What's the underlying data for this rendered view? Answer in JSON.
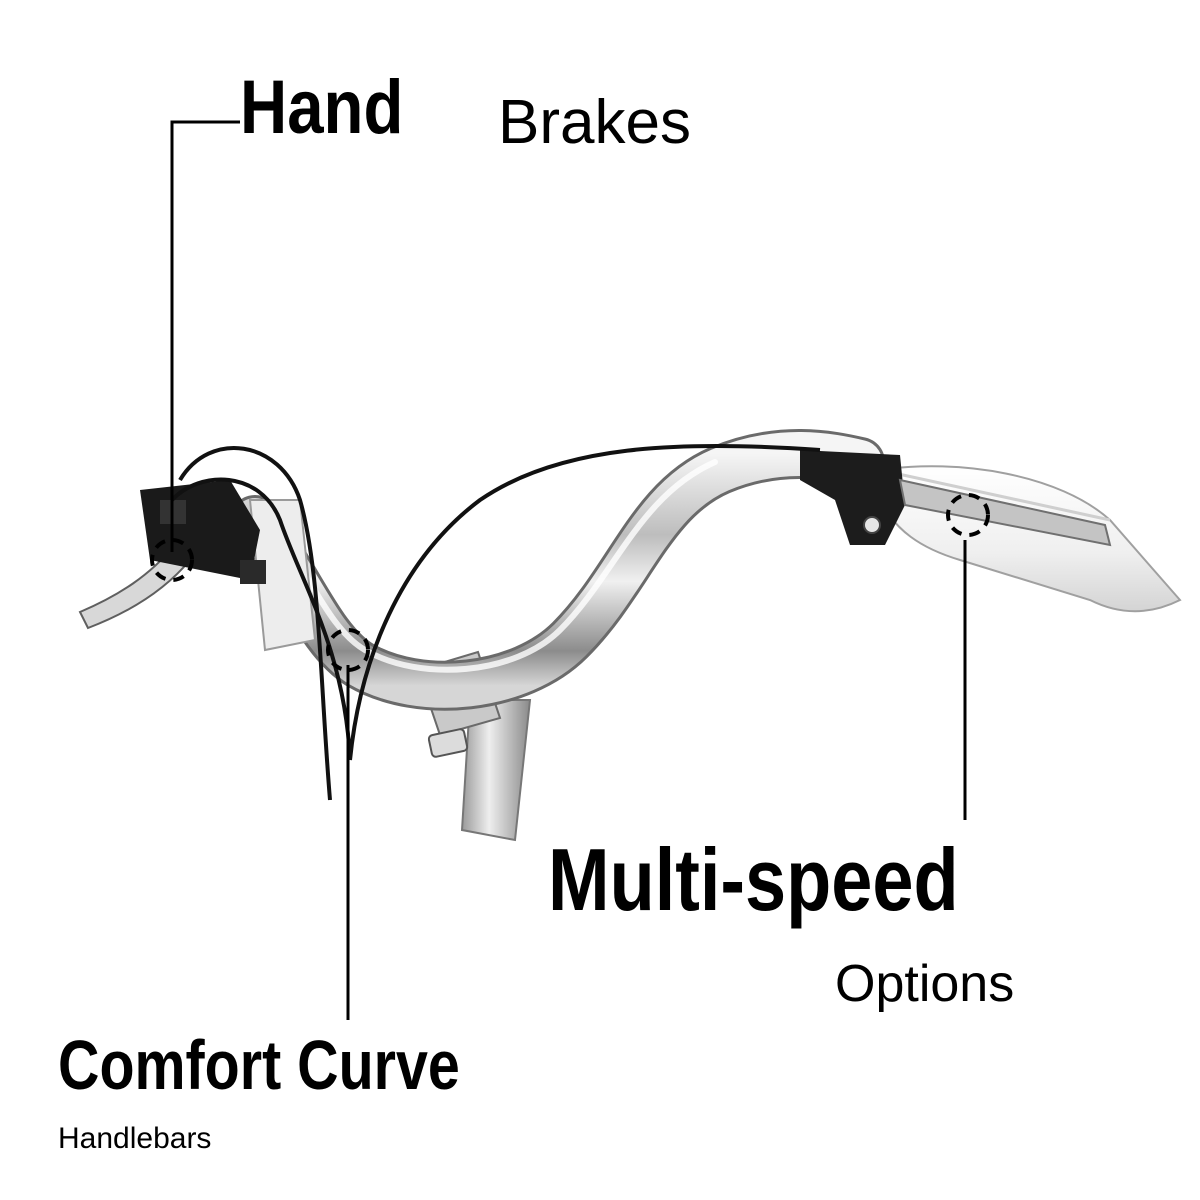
{
  "callouts": {
    "hand_brakes": {
      "title_bold": "Hand",
      "title_light": "Brakes"
    },
    "multi_speed": {
      "title": "Multi-speed",
      "subtitle": "Options"
    },
    "comfort_curve": {
      "title": "Comfort Curve",
      "subtitle": "Handlebars"
    }
  },
  "colors": {
    "background": "#ffffff",
    "text": "#000000",
    "chrome_light": "#e8e8e8",
    "chrome_mid": "#b5b5b5",
    "chrome_dark": "#6f6f6f",
    "cable": "#111111",
    "grip": "#f4f4f4"
  },
  "icons": [
    "dashed-circle-marker"
  ]
}
